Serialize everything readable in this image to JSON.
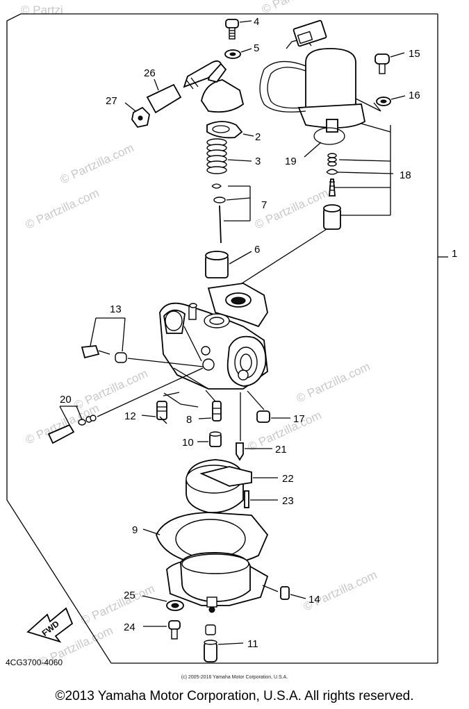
{
  "callouts": [
    "1",
    "2",
    "3",
    "4",
    "5",
    "6",
    "7",
    "8",
    "9",
    "10",
    "11",
    "12",
    "13",
    "14",
    "15",
    "16",
    "17",
    "18",
    "19",
    "20",
    "21",
    "22",
    "23",
    "24",
    "25",
    "26",
    "27"
  ],
  "diagram_code": "4CG3700-4060",
  "fwd_label": "FWD",
  "watermark_text": "© Partzilla.com",
  "watermark_top": "© Partzi",
  "small_copyright": "(c) 2005-2016 Yamaha Motor Corporation, U.S.A.",
  "footer_copyright": "©2013 Yamaha Motor Corporation, U.S.A. All rights reserved."
}
